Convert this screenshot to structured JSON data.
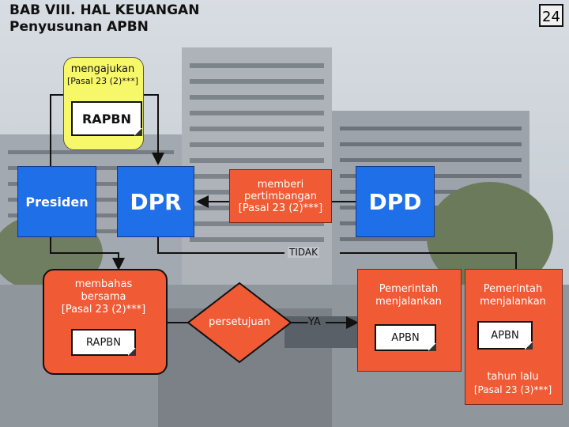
{
  "header": {
    "title_line1": "BAB VIII. HAL KEUANGAN",
    "title_line2": "Penyusunan APBN",
    "page_number": "24"
  },
  "yellow_box": {
    "label": "mengajukan",
    "ref": "[Pasal 23 (2)***]",
    "doc": "RAPBN"
  },
  "presiden": {
    "label": "Presiden"
  },
  "dpr": {
    "label": "DPR"
  },
  "dpd": {
    "label": "DPD"
  },
  "memberi": {
    "line1": "memberi",
    "line2": "pertimbangan",
    "ref": "[Pasal 23 (2)***]"
  },
  "tidak": "TIDAK",
  "membahas": {
    "line1": "membahas",
    "line2": "bersama",
    "ref": "[Pasal 23 (2)***]",
    "doc": "RAPBN"
  },
  "decision": {
    "label": "persetujuan",
    "yes": "YA"
  },
  "pemerintah1": {
    "line1": "Pemerintah",
    "line2": "menjalankan",
    "doc": "APBN"
  },
  "pemerintah2": {
    "line1": "Pemerintah",
    "line2": "menjalankan",
    "doc": "APBN"
  },
  "tahun_lalu": {
    "line1": "tahun lalu",
    "ref": "[Pasal 23 (3)***]"
  },
  "colors": {
    "blue": "#1e6fe8",
    "orange": "#f05a35",
    "yellow": "#f7f76a"
  }
}
